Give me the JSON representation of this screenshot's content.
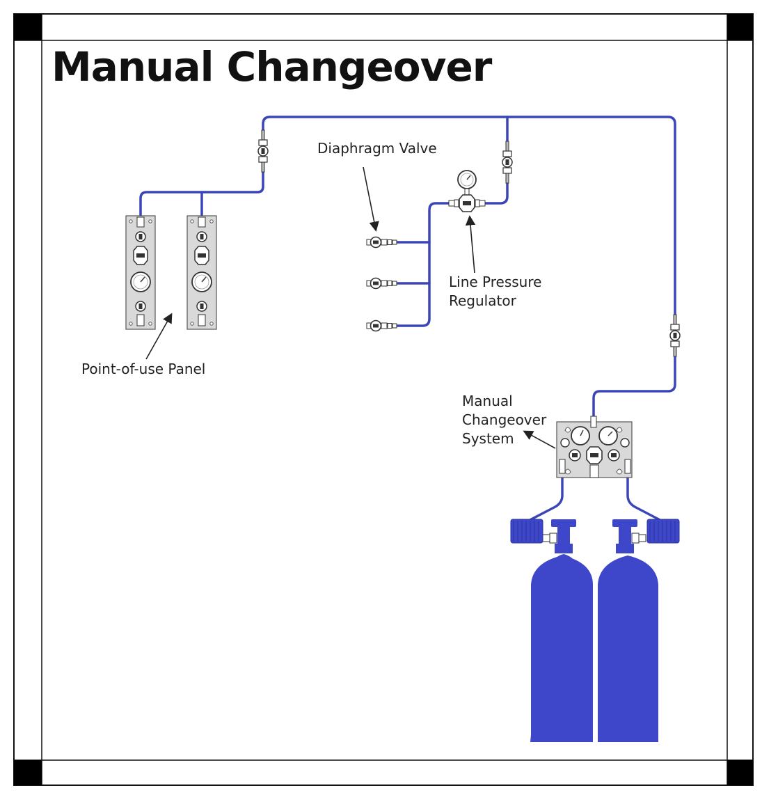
{
  "title": "Manual Changeover",
  "labels": {
    "diaphragm_valve": "Diaphragm Valve",
    "line_pressure_1": "Line Pressure",
    "line_pressure_2": "Regulator",
    "point_of_use": "Point-of-use Panel",
    "manual_1": "Manual",
    "manual_2": "Changeover",
    "manual_3": "System"
  },
  "colors": {
    "pipe": "#3a46b8",
    "cylinder": "#3e47c9",
    "panel_fill": "#d9d9d9",
    "outline": "#222222",
    "arrow": "#222222"
  }
}
